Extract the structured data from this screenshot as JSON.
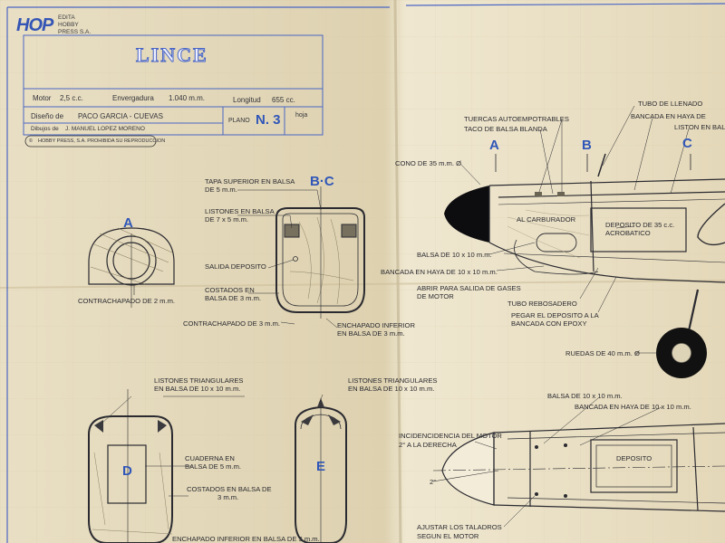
{
  "titleblock": {
    "logo": "HOP",
    "publisher": [
      "EDITA",
      "HOBBY",
      "PRESS S.A."
    ],
    "title": "LINCE",
    "motor_label": "Motor",
    "motor_value": "2,5 c.c.",
    "wingspan_label": "Envergadura",
    "wingspan_value": "1.040 m.m.",
    "length_label": "Longitud",
    "length_value": "655 cc.",
    "design_label": "Diseño de",
    "design_value": "PACO GARCIA - CUEVAS",
    "drawings_label": "Dibujos de",
    "drawings_value": "J. MANUEL LOPEZ MORENO",
    "plan_label": "PLANO",
    "plan_number": "N. 3",
    "sheet_label": "hoja",
    "copyright": "HOBBY PRESS, S.A. PROHIBIDA SU REPRODUCCION"
  },
  "sections": {
    "A": "A",
    "BC": "B·C",
    "D": "D",
    "E": "E",
    "A2": "A",
    "B2": "B",
    "C2": "C"
  },
  "labels": {
    "contrachapado_2": "CONTRACHAPADO DE 2 m.m.",
    "tapa_1": "TAPA SUPERIOR EN BALSA",
    "tapa_2": "DE 5 m.m.",
    "listones_1": "LISTONES EN BALSA",
    "listones_2": "DE 7 x 5 m.m.",
    "salida": "SALIDA DEPOSITO",
    "costados_1": "COSTADOS EN",
    "costados_2": "BALSA DE 3 m.m.",
    "contrachapado_3": "CONTRACHAPADO DE 3 m.m.",
    "enchapado_1": "ENCHAPADO INFERIOR",
    "enchapado_2": "EN BALSA DE 3 m.m.",
    "triang_d1": "LISTONES TRIANGULARES",
    "triang_d2": "EN BALSA DE 10 x 10 m.m.",
    "triang_e1": "LISTONES TRIANGULARES",
    "triang_e2": "EN BALSA DE 10 x 10 m.m.",
    "cuaderna_1": "CUADERNA EN",
    "cuaderna_2": "BALSA DE 5 m.m.",
    "costados_d1": "COSTADOS EN BALSA DE",
    "costados_d2": "3 m.m.",
    "enchapado_d": "ENCHAPADO INFERIOR EN BALSA DE 3 m.m.",
    "tuercas": "TUERCAS AUTOEMPOTRABLES",
    "taco": "TACO DE BALSA BLANDA",
    "tubo_llenado": "TUBO DE LLENADO",
    "bancada_haya": "BANCADA EN HAYA DE",
    "liston_bal": "LISTON EN BAL",
    "cono": "CONO DE 35 m.m. Ø",
    "al_carburador": "AL CARBURADOR",
    "deposito_1": "DEPOSITO DE 35 c.c.",
    "deposito_2": "ACROBATICO",
    "balsa_10": "BALSA DE 10 x 10 m.m.",
    "bancada_10": "BANCADA EN HAYA DE 10 x 10 m.m.",
    "abrir_1": "ABRIR PARA SALIDA DE GASES",
    "abrir_2": "DE MOTOR",
    "tubo_rebo": "TUBO REBOSADERO",
    "pegar_1": "PEGAR EL DEPOSITO A LA",
    "pegar_2": "BANCADA CON EPOXY",
    "ruedas": "RUEDAS DE 40 m.m. Ø",
    "balsa_10b": "BALSA DE 10 x 10 m.m.",
    "bancada_10b": "BANCADA EN HAYA DE 10 x 10 m.m.",
    "incid_1": "INCIDENCIDENCIA DEL MOTOR",
    "incid_2": "2° A LA DERECHA",
    "deposito_b": "DEPOSITO",
    "two_deg": "2°",
    "ajustar_1": "AJUSTAR LOS TALADROS",
    "ajustar_2": "SEGUN EL MOTOR"
  },
  "colors": {
    "paper": "#e7dcc0",
    "ink": "#2a2a30",
    "blue": "#2f56b8",
    "titleblock_line": "#4a66c4"
  }
}
